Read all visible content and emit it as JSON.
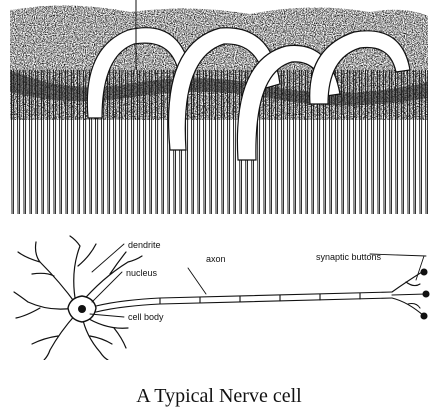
{
  "labels": {
    "dendrite": "dendrite",
    "axon": "axon",
    "synaptic_buttons": "synaptic buttons",
    "nucleus": "nucleus",
    "cell_body": "cell body"
  },
  "caption": "A Typical Nerve cell"
}
